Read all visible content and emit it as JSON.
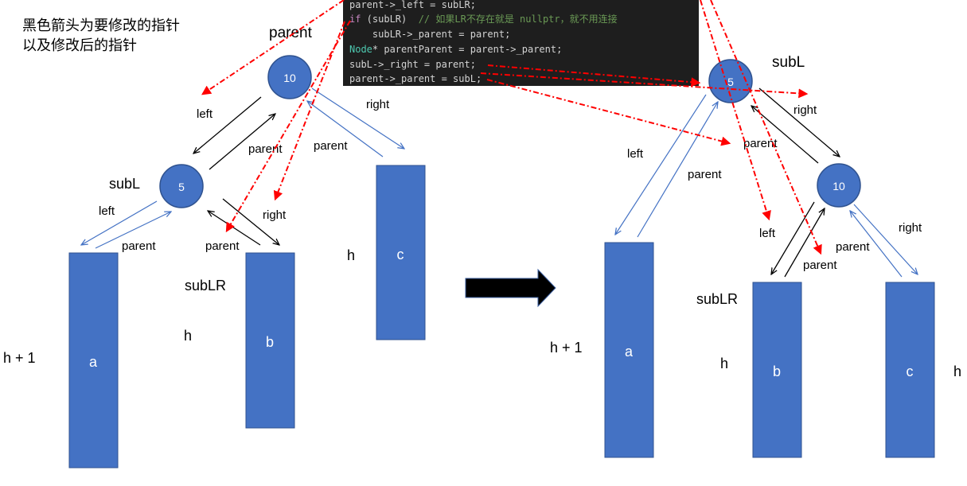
{
  "note": {
    "line1": "黑色箭头为要修改的指针",
    "line2": "以及修改后的指针"
  },
  "code": {
    "lines": [
      [
        {
          "t": "parent->_left = subLR;",
          "c": "plain"
        }
      ],
      [
        {
          "t": "if",
          "c": "kw"
        },
        {
          "t": " (subLR)  ",
          "c": "plain"
        },
        {
          "t": "// 如果LR不存在就是 nullptr，就不用连接",
          "c": "cm"
        }
      ],
      [
        {
          "t": "    subLR->_parent = parent;",
          "c": "plain"
        }
      ],
      [
        {
          "t": "Node",
          "c": "type"
        },
        {
          "t": "* parentParent = parent->_parent;",
          "c": "plain"
        }
      ],
      [
        {
          "t": "subL->_right = parent;",
          "c": "plain"
        }
      ],
      [
        {
          "t": "parent->_parent = subL;",
          "c": "plain"
        }
      ]
    ]
  },
  "colors": {
    "node_fill": "#4472c4",
    "node_stroke": "#2f528f",
    "bar_fill": "#4472c4",
    "bar_stroke": "#2f528f",
    "link_blue": "#4472c4",
    "link_black": "#000000",
    "guide_red": "#ff0000",
    "code_bg": "#1e1e1e",
    "code_plain": "#d4d4d4",
    "code_kw": "#c586c0",
    "code_cm": "#6a9955",
    "code_type": "#4ec9b0"
  },
  "before": {
    "node_parent": {
      "value": "10",
      "label": "parent"
    },
    "node_subL": {
      "value": "5",
      "label": "subL"
    },
    "bar_a": {
      "name": "a",
      "height": "h + 1"
    },
    "bar_b": {
      "name": "b",
      "label": "subLR",
      "height": "h"
    },
    "bar_c": {
      "name": "c",
      "height": "h"
    },
    "edges": {
      "parent_left": "left",
      "subL_parent": "parent",
      "parent_right": "right",
      "c_parent": "parent",
      "subL_left": "left",
      "a_parent": "parent",
      "subL_right": "right",
      "b_parent": "parent"
    }
  },
  "after": {
    "node_subL": {
      "value": "5",
      "label": "subL"
    },
    "node_parent": {
      "value": "10"
    },
    "bar_a": {
      "name": "a",
      "height": "h + 1"
    },
    "bar_b": {
      "name": "b",
      "label": "subLR",
      "height": "h"
    },
    "bar_c": {
      "name": "c",
      "height": "h"
    },
    "edges": {
      "subL_left": "left",
      "a_parent": "parent",
      "subL_right": "right",
      "parent_parent": "parent",
      "parent_left": "left",
      "b_parent": "parent",
      "parent_right": "right",
      "c_parent": "parent"
    }
  }
}
